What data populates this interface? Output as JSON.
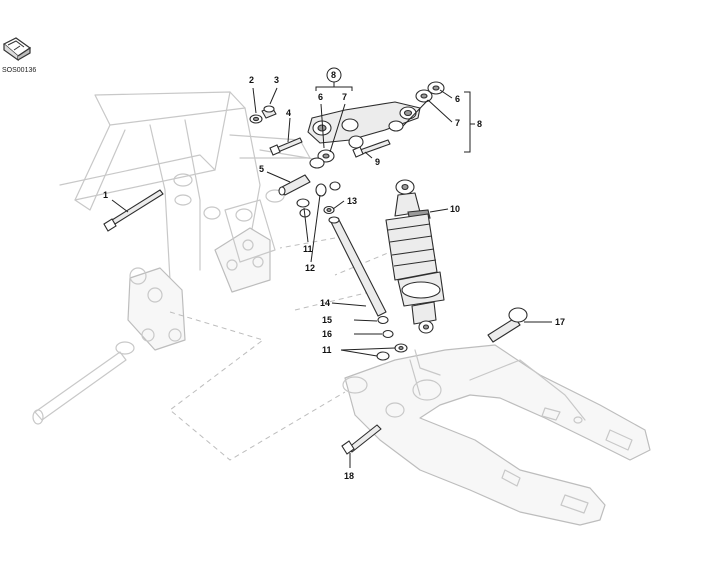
{
  "diagram_code": "SOS00136",
  "callouts": {
    "c1": "1",
    "c2": "2",
    "c3": "3",
    "c4": "4",
    "c5": "5",
    "c6a": "6",
    "c7a": "7",
    "c8a": "8",
    "c6b": "6",
    "c7b": "7",
    "c8b": "8",
    "c9": "9",
    "c10": "10",
    "c11a": "11",
    "c12": "12",
    "c13": "13",
    "c14": "14",
    "c15": "15",
    "c16": "16",
    "c11b": "11",
    "c17": "17",
    "c18": "18"
  },
  "colors": {
    "ink": "#2e2e2e",
    "ghost": "#c8c8c8",
    "background": "#ffffff"
  },
  "icons": {
    "corner_badge": "book-icon"
  }
}
